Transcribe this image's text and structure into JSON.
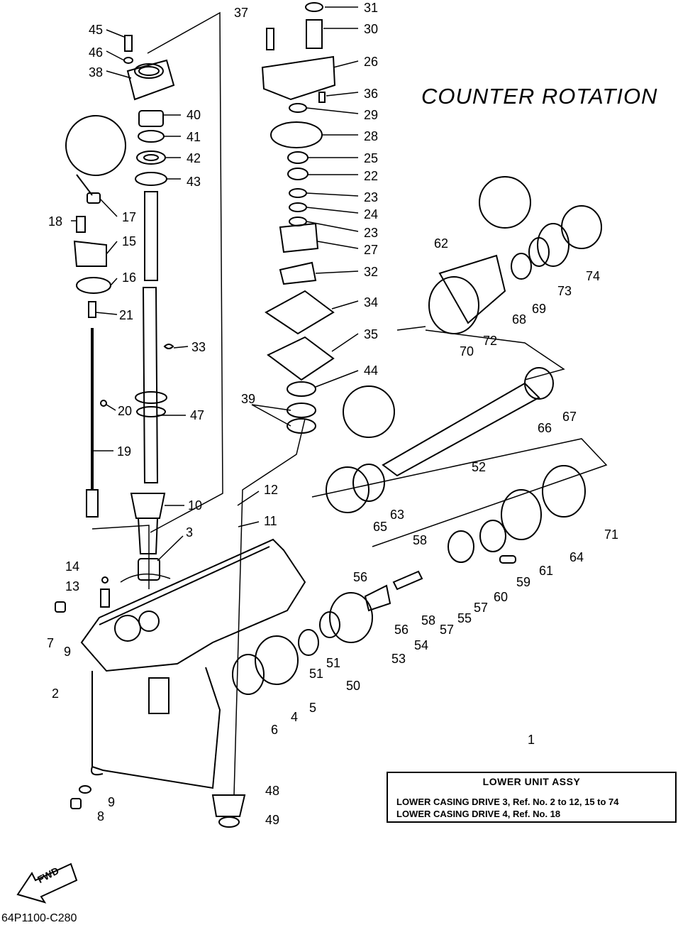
{
  "title": "COUNTER  ROTATION",
  "assembly": {
    "number": "1",
    "heading": "LOWER UNIT ASSY",
    "line1": "LOWER CASING DRIVE 3, Ref. No. 2 to 12, 15 to 74",
    "line2": "LOWER CASING DRIVE 4, Ref. No. 18"
  },
  "drawing_code": "64P1100-C280",
  "fwd_label": "FWD",
  "callouts": [
    "2",
    "3",
    "4",
    "5",
    "6",
    "7",
    "8",
    "9",
    "9",
    "10",
    "11",
    "12",
    "13",
    "14",
    "15",
    "16",
    "17",
    "18",
    "19",
    "20",
    "21",
    "22",
    "23",
    "23",
    "24",
    "25",
    "26",
    "27",
    "28",
    "29",
    "30",
    "31",
    "32",
    "33",
    "34",
    "35",
    "36",
    "37",
    "38",
    "39",
    "40",
    "41",
    "42",
    "43",
    "44",
    "45",
    "46",
    "47",
    "48",
    "49",
    "50",
    "51",
    "51",
    "52",
    "53",
    "54",
    "55",
    "56",
    "56",
    "57",
    "57",
    "58",
    "58",
    "59",
    "60",
    "61",
    "62",
    "63",
    "64",
    "65",
    "66",
    "67",
    "68",
    "69",
    "70",
    "71",
    "72",
    "73",
    "74"
  ]
}
